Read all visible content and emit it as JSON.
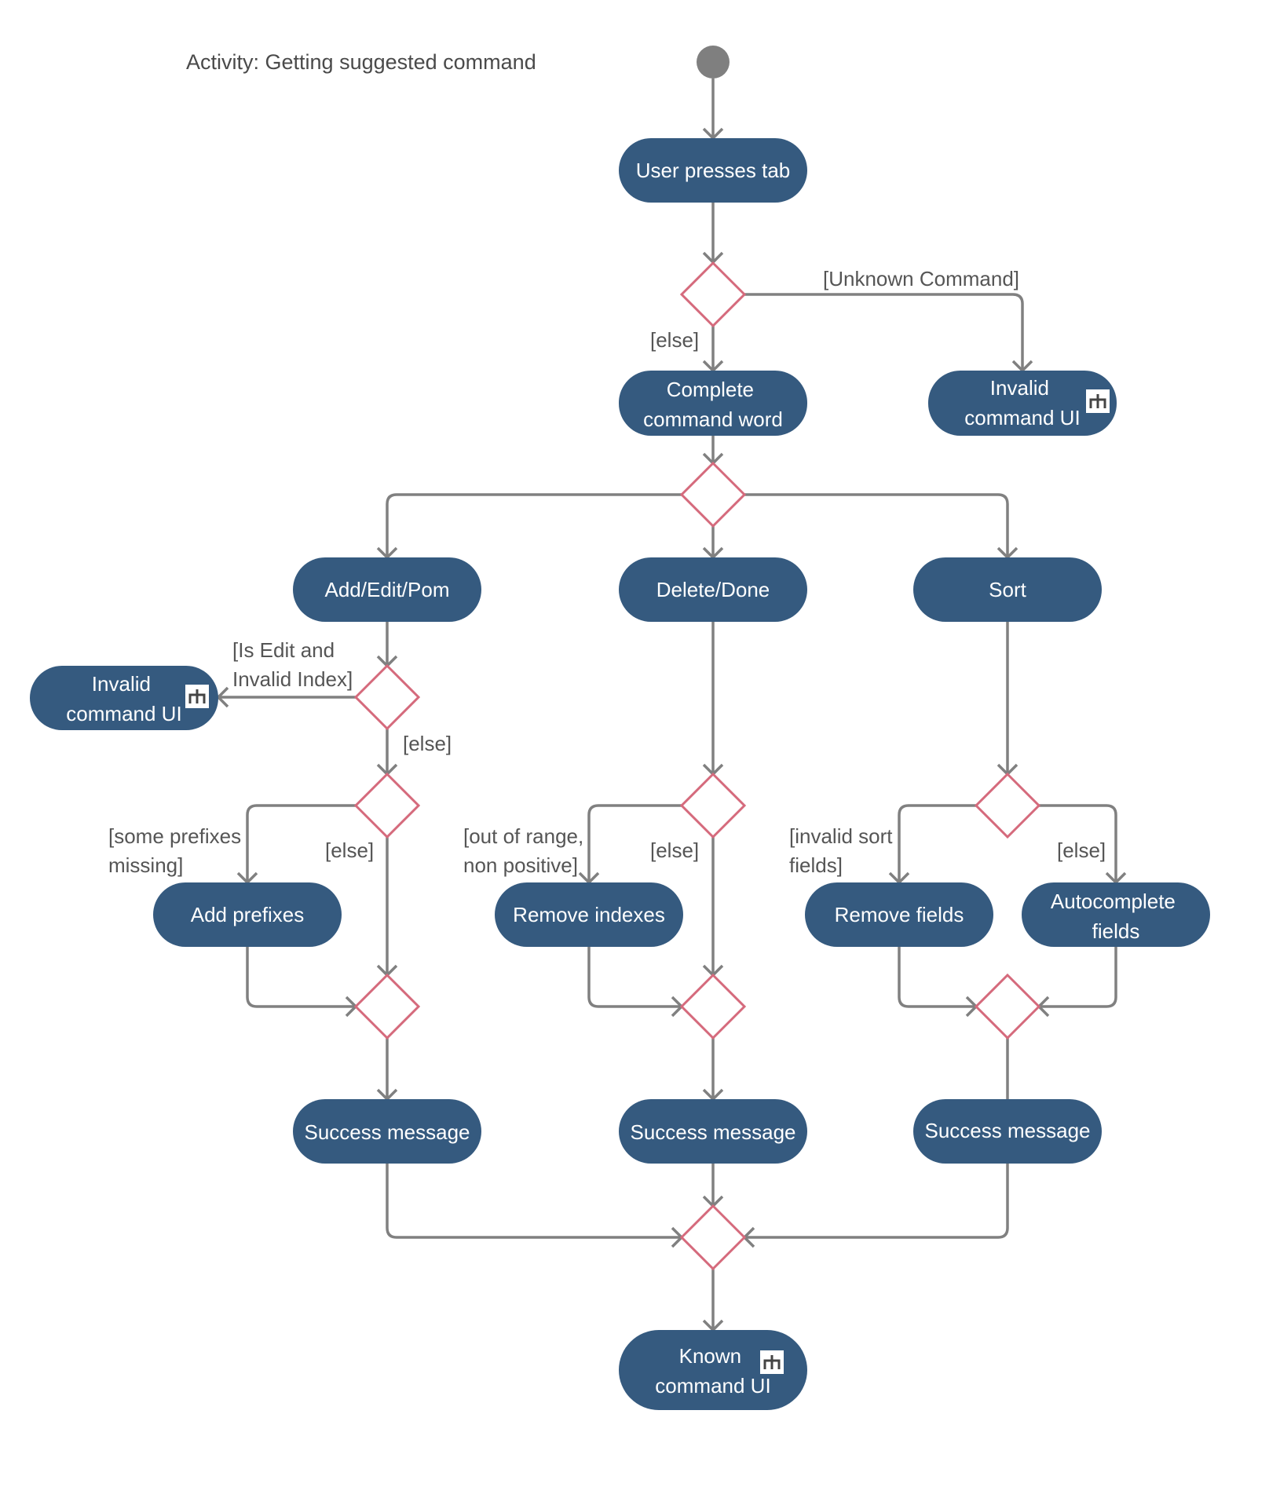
{
  "title": "Activity: Getting suggested command",
  "colors": {
    "action_fill": "#355a7f",
    "decision_stroke": "#d56a7c",
    "edge": "#808080",
    "start": "#7f7f7f"
  },
  "nodes": {
    "user_presses_tab": [
      "User presses tab"
    ],
    "complete_command_word": [
      "Complete",
      "command word"
    ],
    "invalid_ui_top": [
      "Invalid",
      "command UI"
    ],
    "add_edit_pom": [
      "Add/Edit/Pom"
    ],
    "delete_done": [
      "Delete/Done"
    ],
    "sort": [
      "Sort"
    ],
    "invalid_ui_left": [
      "Invalid",
      "command UI"
    ],
    "add_prefixes": [
      "Add prefixes"
    ],
    "remove_indexes": [
      "Remove indexes"
    ],
    "remove_fields": [
      "Remove fields"
    ],
    "autocomplete_fields": [
      "Autocomplete",
      "fields"
    ],
    "success_left": [
      "Success message"
    ],
    "success_mid": [
      "Success message"
    ],
    "success_right": [
      "Success message"
    ],
    "known_command_ui": [
      "Known",
      "command UI"
    ]
  },
  "guards": {
    "unknown_command": [
      "[Unknown Command]"
    ],
    "else_top": [
      "[else]"
    ],
    "is_edit_invalid_index": [
      "[Is Edit and",
      "Invalid Index]"
    ],
    "else_edit": [
      "[else]"
    ],
    "some_prefixes_missing": [
      "[some prefixes",
      "missing]"
    ],
    "else_prefixes": [
      "[else]"
    ],
    "out_of_range": [
      "[out of range,",
      "non positive]"
    ],
    "else_range": [
      "[else]"
    ],
    "invalid_sort_fields": [
      "[invalid sort",
      "fields]"
    ],
    "else_sort": [
      "[else]"
    ]
  },
  "icons": {
    "subactivity": "rake-icon"
  }
}
